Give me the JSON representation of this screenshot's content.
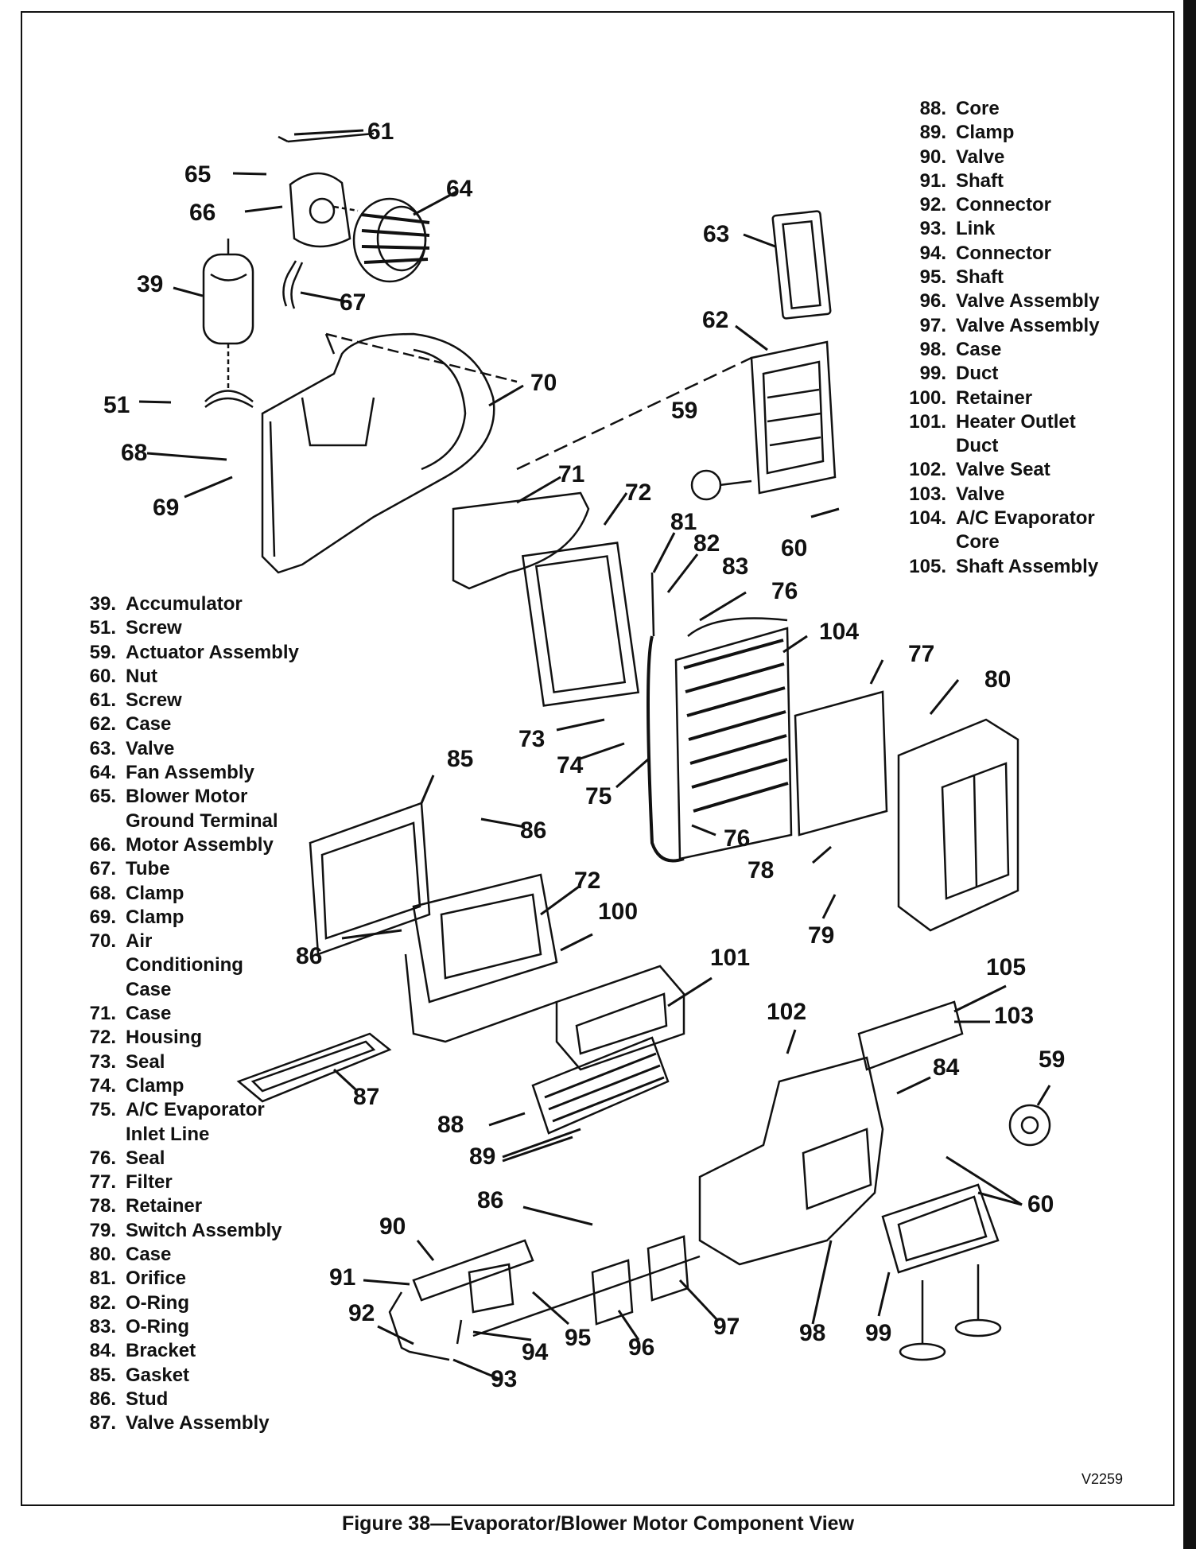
{
  "figure": {
    "caption": "Figure 38—Evaporator/Blower Motor Component View",
    "code": "V2259"
  },
  "legend_left": [
    {
      "num": "39.",
      "label": "Accumulator"
    },
    {
      "num": "51.",
      "label": "Screw"
    },
    {
      "num": "59.",
      "label": "Actuator Assembly"
    },
    {
      "num": "60.",
      "label": "Nut"
    },
    {
      "num": "61.",
      "label": "Screw"
    },
    {
      "num": "62.",
      "label": "Case"
    },
    {
      "num": "63.",
      "label": "Valve"
    },
    {
      "num": "64.",
      "label": "Fan Assembly"
    },
    {
      "num": "65.",
      "label": "Blower Motor Ground Terminal"
    },
    {
      "num": "66.",
      "label": "Motor Assembly"
    },
    {
      "num": "67.",
      "label": "Tube"
    },
    {
      "num": "68.",
      "label": "Clamp"
    },
    {
      "num": "69.",
      "label": "Clamp"
    },
    {
      "num": "70.",
      "label": "Air Conditioning Case"
    },
    {
      "num": "71.",
      "label": "Case"
    },
    {
      "num": "72.",
      "label": "Housing"
    },
    {
      "num": "73.",
      "label": "Seal"
    },
    {
      "num": "74.",
      "label": "Clamp"
    },
    {
      "num": "75.",
      "label": "A/C Evaporator Inlet Line"
    },
    {
      "num": "76.",
      "label": "Seal"
    },
    {
      "num": "77.",
      "label": "Filter"
    },
    {
      "num": "78.",
      "label": "Retainer"
    },
    {
      "num": "79.",
      "label": "Switch Assembly"
    },
    {
      "num": "80.",
      "label": "Case"
    },
    {
      "num": "81.",
      "label": "Orifice"
    },
    {
      "num": "82.",
      "label": "O-Ring"
    },
    {
      "num": "83.",
      "label": "O-Ring"
    },
    {
      "num": "84.",
      "label": "Bracket"
    },
    {
      "num": "85.",
      "label": "Gasket"
    },
    {
      "num": "86.",
      "label": "Stud"
    },
    {
      "num": "87.",
      "label": "Valve Assembly"
    }
  ],
  "legend_right": [
    {
      "num": "88.",
      "label": "Core"
    },
    {
      "num": "89.",
      "label": "Clamp"
    },
    {
      "num": "90.",
      "label": "Valve"
    },
    {
      "num": "91.",
      "label": "Shaft"
    },
    {
      "num": "92.",
      "label": "Connector"
    },
    {
      "num": "93.",
      "label": "Link"
    },
    {
      "num": "94.",
      "label": "Connector"
    },
    {
      "num": "95.",
      "label": "Shaft"
    },
    {
      "num": "96.",
      "label": "Valve Assembly"
    },
    {
      "num": "97.",
      "label": "Valve Assembly"
    },
    {
      "num": "98.",
      "label": "Case"
    },
    {
      "num": "99.",
      "label": "Duct"
    },
    {
      "num": "100.",
      "label": "Retainer"
    },
    {
      "num": "101.",
      "label": "Heater Outlet Duct"
    },
    {
      "num": "102.",
      "label": "Valve Seat"
    },
    {
      "num": "103.",
      "label": "Valve"
    },
    {
      "num": "104.",
      "label": "A/C Evaporator Core"
    },
    {
      "num": "105.",
      "label": "Shaft Assembly"
    }
  ],
  "callouts": [
    "61",
    "65",
    "64",
    "66",
    "39",
    "67",
    "63",
    "62",
    "51",
    "70",
    "59",
    "68",
    "69",
    "71",
    "72",
    "81",
    "82",
    "83",
    "60",
    "76",
    "104",
    "77",
    "80",
    "73",
    "74",
    "75",
    "85",
    "76",
    "86",
    "78",
    "72",
    "100",
    "79",
    "101",
    "86",
    "105",
    "103",
    "102",
    "87",
    "84",
    "59",
    "88",
    "89",
    "86",
    "60",
    "90",
    "91",
    "92",
    "94",
    "95",
    "96",
    "97",
    "98",
    "99",
    "93"
  ]
}
